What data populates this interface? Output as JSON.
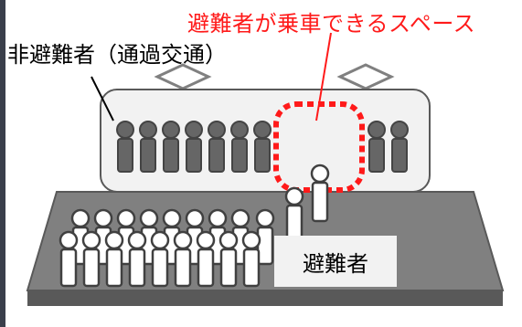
{
  "labels": {
    "space_for_evacuees": "避難者が乗車できるスペース",
    "non_evacuees": "非避難者（通過交通）",
    "evacuees": "避難者"
  },
  "colors": {
    "highlight_red": "#ff1a1a",
    "platform": "#808080",
    "train_body": "#f2f2f2",
    "seated_person": "#666666",
    "standing_person": "#ffffff"
  }
}
